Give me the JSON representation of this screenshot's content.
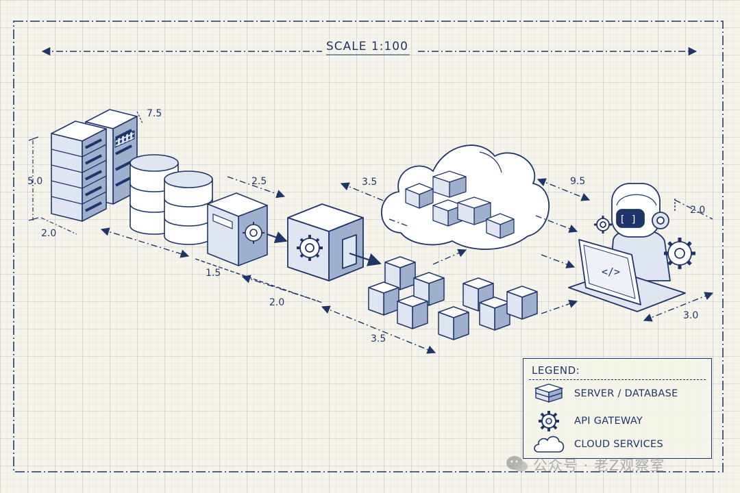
{
  "scale": "SCALE 1:100",
  "dimensions": {
    "server_width": "7.5",
    "server_height": "5.0",
    "server_depth": "2.0",
    "db_to_gateway": "2.5",
    "cloud_gap": "3.5",
    "cloud_to_ai": "9.5",
    "ai_height": "2.0",
    "servers_to_safe": "1.5",
    "safe_to_gateway": "2.0",
    "gateway_to_cubes": "3.5",
    "laptop_depth": "3.0"
  },
  "laptop_code": "</>",
  "legend": {
    "title": "LEGEND:",
    "items": [
      {
        "label": "SERVER / DATABASE",
        "icon": "server-database-icon"
      },
      {
        "label": "API GATEWAY",
        "icon": "gear-icon"
      },
      {
        "label": "CLOUD SERVICES",
        "icon": "cloud-icon"
      }
    ]
  },
  "watermark": "公众号 · 老Z观察室",
  "colors": {
    "ink": "#1f3569",
    "paper": "#f6f4ea",
    "face_light": "#ffffff",
    "face_mid": "#dfe6f2",
    "face_dark": "#9fb0cf"
  }
}
